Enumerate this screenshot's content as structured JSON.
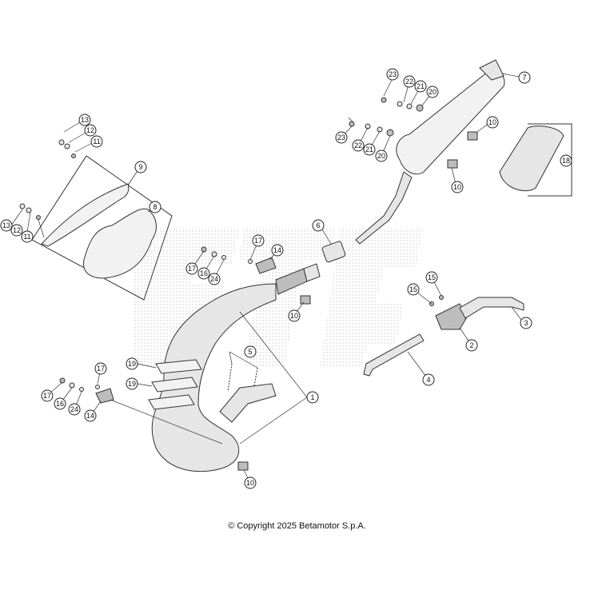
{
  "callouts": [
    {
      "id": "1",
      "label": "1"
    },
    {
      "id": "2",
      "label": "2"
    },
    {
      "id": "3",
      "label": "3"
    },
    {
      "id": "4",
      "label": "4"
    },
    {
      "id": "5",
      "label": "5"
    },
    {
      "id": "6",
      "label": "6"
    },
    {
      "id": "7",
      "label": "7"
    },
    {
      "id": "8",
      "label": "8"
    },
    {
      "id": "9",
      "label": "9"
    },
    {
      "id": "10a",
      "label": "10"
    },
    {
      "id": "10b",
      "label": "10"
    },
    {
      "id": "10c",
      "label": "10"
    },
    {
      "id": "10d",
      "label": "10"
    },
    {
      "id": "11a",
      "label": "11"
    },
    {
      "id": "11b",
      "label": "11"
    },
    {
      "id": "12a",
      "label": "12"
    },
    {
      "id": "12b",
      "label": "12"
    },
    {
      "id": "13a",
      "label": "13"
    },
    {
      "id": "13b",
      "label": "13"
    },
    {
      "id": "14a",
      "label": "14"
    },
    {
      "id": "14b",
      "label": "14"
    },
    {
      "id": "15a",
      "label": "15"
    },
    {
      "id": "15b",
      "label": "15"
    },
    {
      "id": "16a",
      "label": "16"
    },
    {
      "id": "16b",
      "label": "16"
    },
    {
      "id": "17a",
      "label": "17"
    },
    {
      "id": "17b",
      "label": "17"
    },
    {
      "id": "17c",
      "label": "17"
    },
    {
      "id": "17d",
      "label": "17"
    },
    {
      "id": "18",
      "label": "18"
    },
    {
      "id": "19a",
      "label": "19"
    },
    {
      "id": "19b",
      "label": "19"
    },
    {
      "id": "20a",
      "label": "20"
    },
    {
      "id": "20b",
      "label": "20"
    },
    {
      "id": "21a",
      "label": "21"
    },
    {
      "id": "21b",
      "label": "21"
    },
    {
      "id": "22a",
      "label": "22"
    },
    {
      "id": "22b",
      "label": "22"
    },
    {
      "id": "23a",
      "label": "23"
    },
    {
      "id": "23b",
      "label": "23"
    },
    {
      "id": "24a",
      "label": "24"
    },
    {
      "id": "24b",
      "label": "24"
    }
  ],
  "footer": {
    "copyright": "© Copyright 2025 Betamotor S.p.A."
  }
}
